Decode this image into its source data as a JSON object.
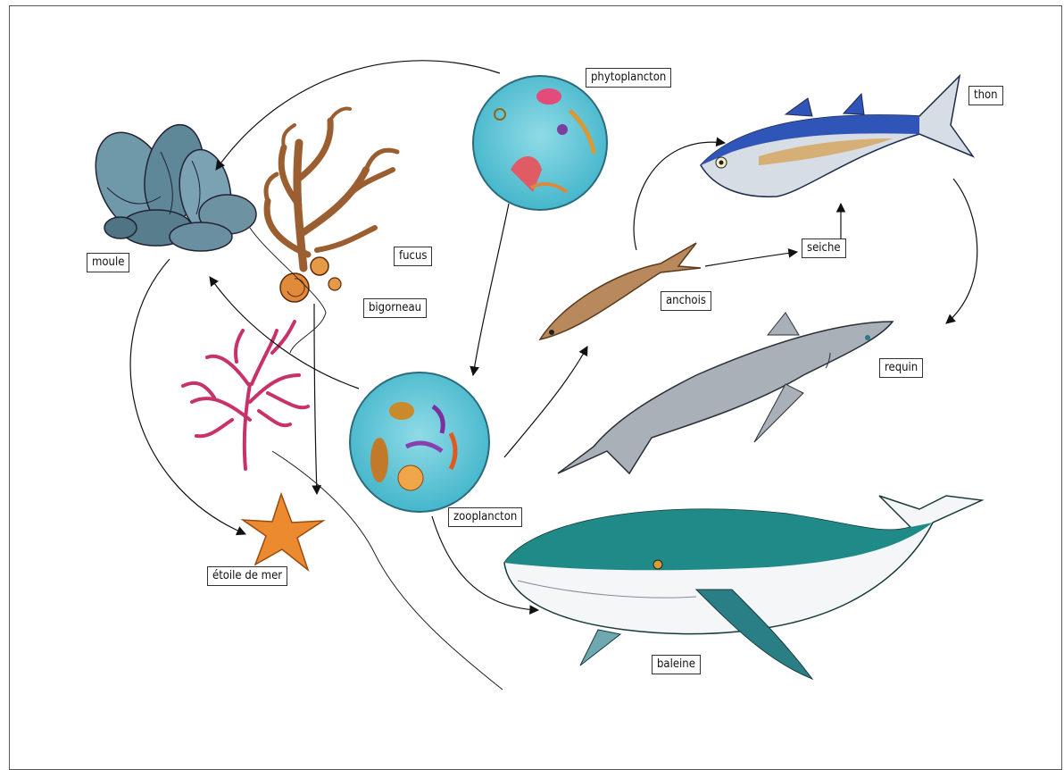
{
  "labels": {
    "phytoplancton": "phytoplancton",
    "thon": "thon",
    "moule": "moule",
    "fucus": "fucus",
    "seiche": "seiche",
    "bigorneau": "bigorneau",
    "anchois": "anchois",
    "requin": "requin",
    "zooplancton": "zooplancton",
    "etoile": "étoile de mer",
    "baleine": "baleine"
  },
  "colors": {
    "plankton_water": "#5bc3d6",
    "mussel": "#5f8a9b",
    "fucus": "#a86a3a",
    "coral": "#c8326a",
    "starfish": "#e8842b",
    "tuna_back": "#2f55b8",
    "shark": "#9aa3ab",
    "whale_back": "#1f8a88"
  }
}
